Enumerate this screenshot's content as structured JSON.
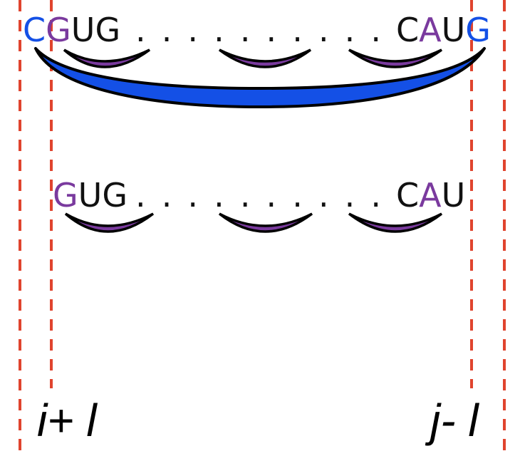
{
  "colors": {
    "blue": "#1450e6",
    "purple": "#7a3a9e",
    "black": "#111111",
    "guide": "#e0442e"
  },
  "row1": {
    "left": [
      {
        "t": "C",
        "c": "blue"
      },
      {
        "t": "G",
        "c": "purple"
      },
      {
        "t": "U",
        "c": "black"
      },
      {
        "t": "G",
        "c": "black"
      }
    ],
    "dots": ". . . . . . . . . .",
    "right": [
      {
        "t": "C",
        "c": "black"
      },
      {
        "t": "A",
        "c": "purple"
      },
      {
        "t": "U",
        "c": "black"
      },
      {
        "t": "G",
        "c": "blue"
      }
    ]
  },
  "row2": {
    "left": [
      {
        "t": "G",
        "c": "purple"
      },
      {
        "t": "U",
        "c": "black"
      },
      {
        "t": "G",
        "c": "black"
      }
    ],
    "dots": ". . . . . . . . . .",
    "right": [
      {
        "t": "C",
        "c": "black"
      },
      {
        "t": "A",
        "c": "purple"
      },
      {
        "t": "U",
        "c": "black"
      }
    ]
  },
  "labels": {
    "left": "i+ l",
    "right": "j- l"
  }
}
